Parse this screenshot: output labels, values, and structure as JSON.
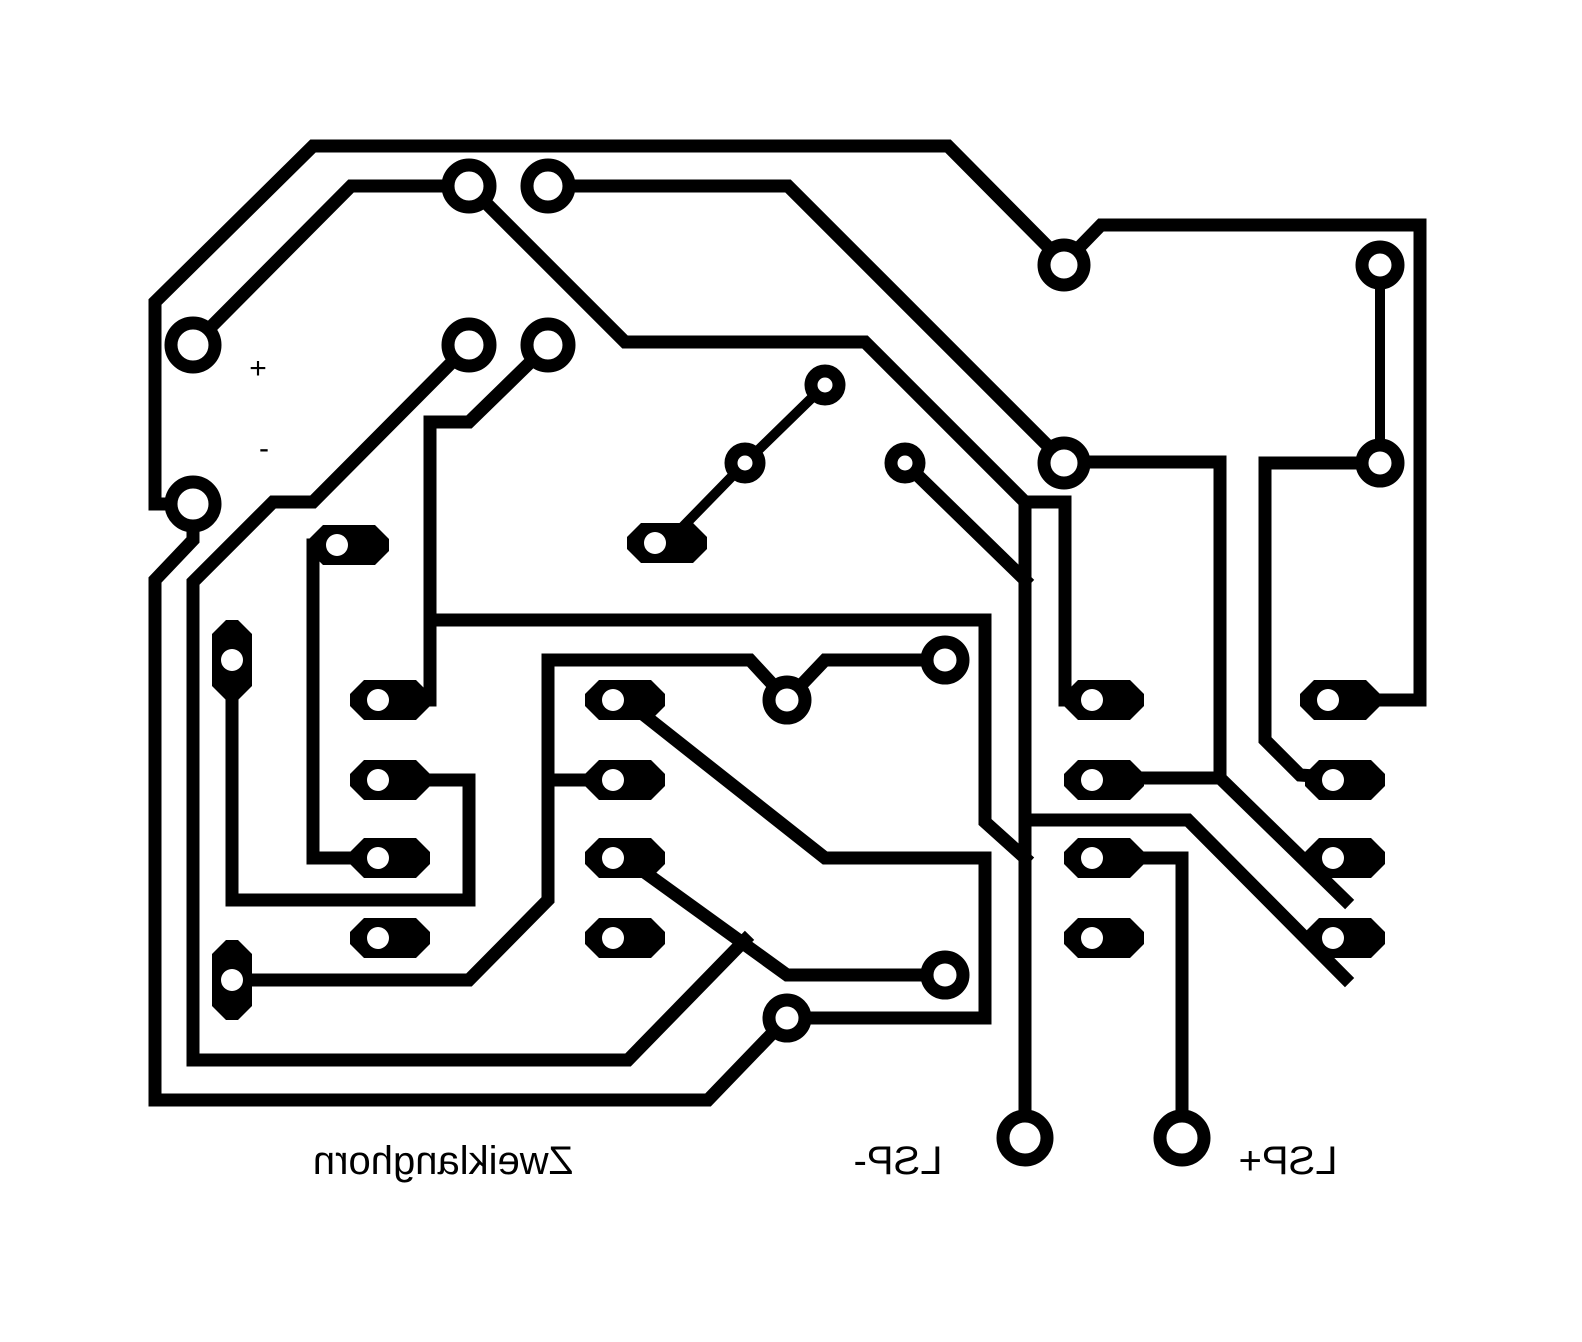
{
  "labels": {
    "plus": "+",
    "minus": "-",
    "title": "Zweiklanghorn",
    "lsp_minus": "LSP-",
    "lsp_plus": "LSP+"
  }
}
